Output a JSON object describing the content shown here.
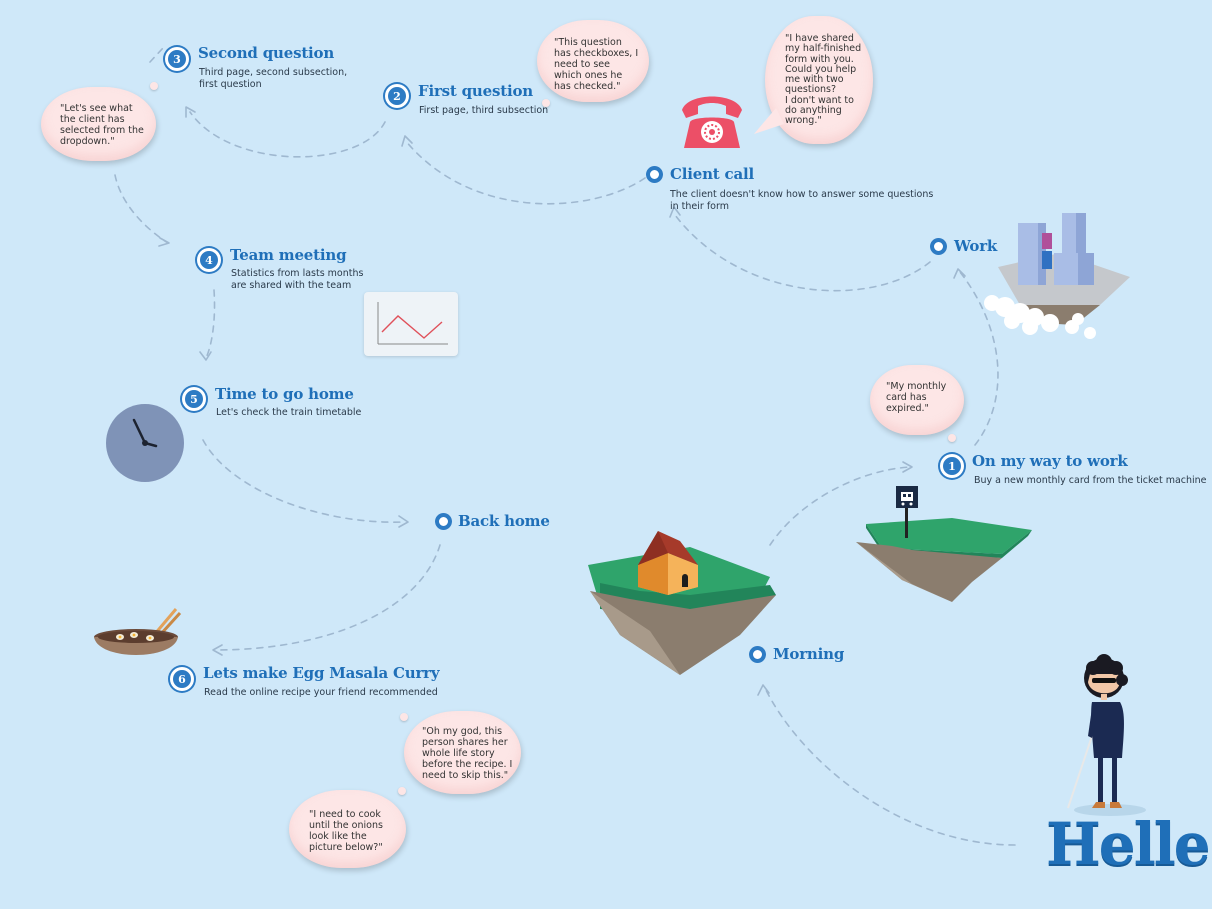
{
  "brand": {
    "logo_text": "Helle"
  },
  "colors": {
    "background": "#cfe8f9",
    "accent": "#1f6fb8",
    "path": "#9fb8d0",
    "bubble": "#fde6e6",
    "grass": "#2fa46b",
    "rock": "#8b7d6e"
  },
  "steps": [
    {
      "id": "morning",
      "label": "Morning"
    },
    {
      "id": "on-my-way",
      "number": "1",
      "label": "On my way to work",
      "sub": "Buy a new monthly card from the ticket machine"
    },
    {
      "id": "work",
      "label": "Work"
    },
    {
      "id": "client-call",
      "label": "Client call",
      "sub": [
        "The client doesn't know how to answer some questions",
        "in their form"
      ]
    },
    {
      "id": "first-question",
      "number": "2",
      "label": "First question",
      "sub": [
        "First page, third subsection"
      ]
    },
    {
      "id": "second-question",
      "number": "3",
      "label": "Second question",
      "sub": [
        "Third page, second subsection,",
        "first question"
      ]
    },
    {
      "id": "team-meeting",
      "number": "4",
      "label": "Team meeting",
      "sub": [
        "Statistics from lasts months",
        "are shared with the team"
      ]
    },
    {
      "id": "go-home",
      "number": "5",
      "label": "Time to go home",
      "sub": [
        "Let's check the train timetable"
      ]
    },
    {
      "id": "back-home",
      "label": "Back home"
    },
    {
      "id": "egg-curry",
      "number": "6",
      "label": "Lets make Egg Masala Curry",
      "sub": [
        "Read the online recipe your friend recommended"
      ]
    }
  ],
  "bubbles": {
    "monthly_card": [
      "\"My monthly",
      "card has",
      "expired.\""
    ],
    "client_call": [
      "\"I have shared",
      "my half-finished",
      "form with you.",
      "Could you help",
      "me with two",
      "questions?",
      "I don't want to",
      "do anything",
      "wrong.\""
    ],
    "checkboxes": [
      "\"This question",
      "has checkboxes, I",
      "need to see",
      "which ones he",
      "has checked.\""
    ],
    "dropdown": [
      "\"Let's see what",
      "the client has",
      "selected from the",
      "dropdown.\""
    ],
    "recipe_story": [
      "\"Oh my god, this",
      "person shares her",
      "whole life story",
      "before the recipe. I",
      "need to skip this.\""
    ],
    "onions": [
      "\"I need to cook",
      "until the onions",
      "look like the",
      "picture below?\""
    ]
  },
  "icons": {
    "phone": "telephone-icon",
    "clock": "clock-icon",
    "chart": "line-chart-icon",
    "bowl": "curry-bowl-icon",
    "train_sign": "train-sign-icon",
    "house": "house-island-icon",
    "office": "office-island-icon",
    "character": "helle-character"
  }
}
